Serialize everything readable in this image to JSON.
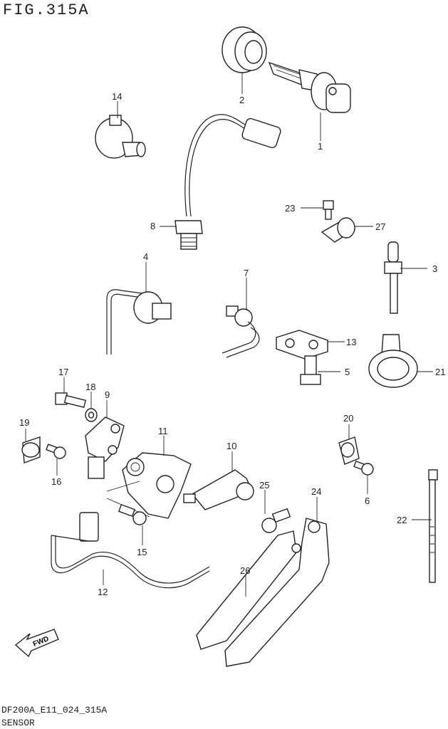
{
  "figure": {
    "title": "FIG.315A",
    "code": "DF200A_E11_024_315A",
    "name": "SENSOR"
  },
  "badge": {
    "fwd_label": "FWD"
  },
  "callouts": [
    {
      "id": "c1",
      "label": "1"
    },
    {
      "id": "c2",
      "label": "2"
    },
    {
      "id": "c3",
      "label": "3"
    },
    {
      "id": "c4",
      "label": "4"
    },
    {
      "id": "c5",
      "label": "5"
    },
    {
      "id": "c6",
      "label": "6"
    },
    {
      "id": "c7",
      "label": "7"
    },
    {
      "id": "c8",
      "label": "8"
    },
    {
      "id": "c9",
      "label": "9"
    },
    {
      "id": "c10",
      "label": "10"
    },
    {
      "id": "c11",
      "label": "11"
    },
    {
      "id": "c12",
      "label": "12"
    },
    {
      "id": "c13",
      "label": "13"
    },
    {
      "id": "c14",
      "label": "14"
    },
    {
      "id": "c15",
      "label": "15"
    },
    {
      "id": "c16",
      "label": "16"
    },
    {
      "id": "c17",
      "label": "17"
    },
    {
      "id": "c18",
      "label": "18"
    },
    {
      "id": "c19",
      "label": "19"
    },
    {
      "id": "c20",
      "label": "20"
    },
    {
      "id": "c21",
      "label": "21"
    },
    {
      "id": "c22",
      "label": "22"
    },
    {
      "id": "c23",
      "label": "23"
    },
    {
      "id": "c24",
      "label": "24"
    },
    {
      "id": "c25",
      "label": "25"
    },
    {
      "id": "c26",
      "label": "26"
    },
    {
      "id": "c27",
      "label": "27"
    }
  ]
}
